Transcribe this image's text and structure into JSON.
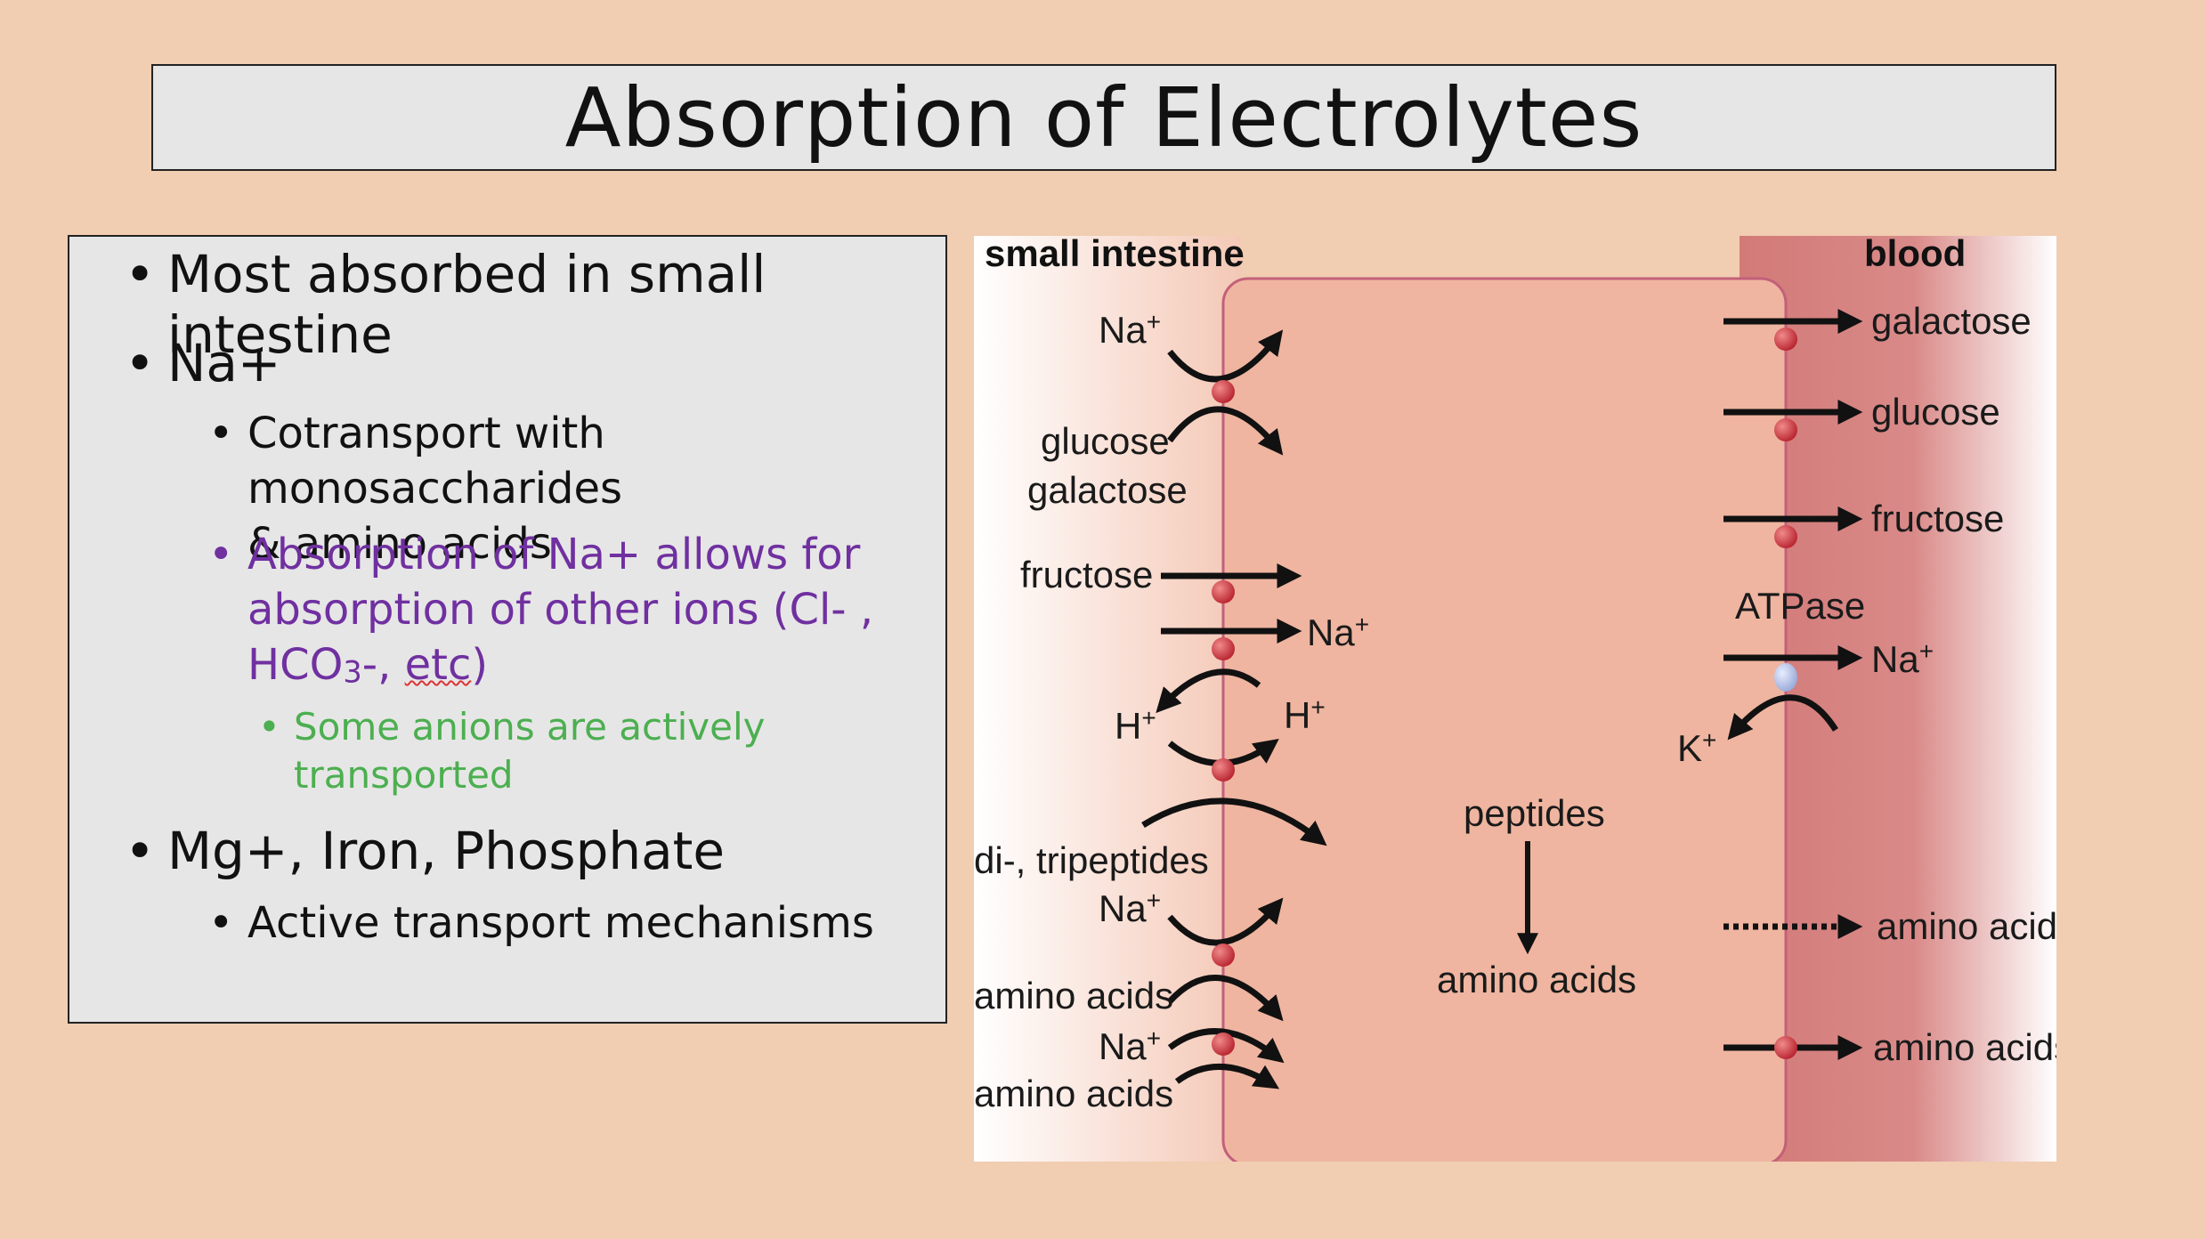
{
  "slide": {
    "title": "Absorption of Electrolytes"
  },
  "bullets": {
    "b1": "Most absorbed in small intestine",
    "b2": "Na+",
    "b2_1a": "Cotransport with monosaccharides",
    "b2_1b": "& amino acids",
    "b2_2a": "Absorption of Na+ allows  for",
    "b2_2b": "absorption of other ions (Cl- ,",
    "b2_2c_pre": "HCO",
    "b2_2c_sub": "3",
    "b2_2c_mid": "-, ",
    "b2_2c_etc": "etc",
    "b2_2c_end": ")",
    "b2_2_1a": "Some anions are actively",
    "b2_2_1b": "transported",
    "b3": "Mg+, Iron, Phosphate",
    "b3_1": "Active transport mechanisms"
  },
  "diagram": {
    "left_header": "small intestine",
    "right_header": "blood",
    "na": "Na",
    "h": "H",
    "k": "K",
    "plus": "+",
    "glucose": "glucose",
    "galactose": "galactose",
    "fructose": "fructose",
    "di_tripeptides": "di-, tripeptides",
    "amino_acids": "amino acids",
    "peptides": "peptides",
    "atpase": "ATPase"
  },
  "colors": {
    "background": "#f1cdb1",
    "panel": "#e6e6e6",
    "purple_text": "#7030a0",
    "green_text": "#4caf50",
    "cell": "#efb5a0",
    "cell_border": "#c2607a",
    "carrier": "#c8323c",
    "atpase_carrier": "#b6c4ec"
  }
}
